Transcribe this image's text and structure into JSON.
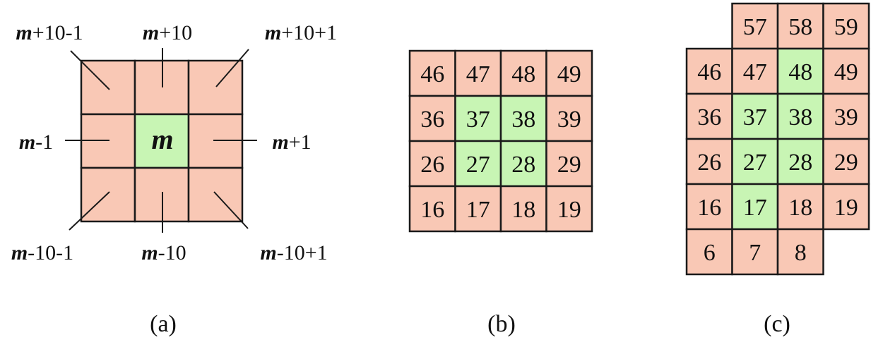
{
  "colors": {
    "pink": "#f9c8b5",
    "green": "#c8f5b4",
    "stroke": "#1a1a1a"
  },
  "panel_a": {
    "center": "m",
    "labels": {
      "tl": {
        "v": "m",
        "r": "+10-1"
      },
      "t": {
        "v": "m",
        "r": "+10"
      },
      "tr": {
        "v": "m",
        "r": "+10+1"
      },
      "l": {
        "v": "m",
        "r": "-1"
      },
      "r": {
        "v": "m",
        "r": "+1"
      },
      "bl": {
        "v": "m",
        "r": "-10-1"
      },
      "b": {
        "v": "m",
        "r": "-10"
      },
      "br": {
        "v": "m",
        "r": "-10+1"
      }
    },
    "caption": "(a)"
  },
  "panel_b": {
    "rows": [
      [
        {
          "t": "46",
          "c": "pink"
        },
        {
          "t": "47",
          "c": "pink"
        },
        {
          "t": "48",
          "c": "pink"
        },
        {
          "t": "49",
          "c": "pink"
        }
      ],
      [
        {
          "t": "36",
          "c": "pink"
        },
        {
          "t": "37",
          "c": "green"
        },
        {
          "t": "38",
          "c": "green"
        },
        {
          "t": "39",
          "c": "pink"
        }
      ],
      [
        {
          "t": "26",
          "c": "pink"
        },
        {
          "t": "27",
          "c": "green"
        },
        {
          "t": "28",
          "c": "green"
        },
        {
          "t": "29",
          "c": "pink"
        }
      ],
      [
        {
          "t": "16",
          "c": "pink"
        },
        {
          "t": "17",
          "c": "pink"
        },
        {
          "t": "18",
          "c": "pink"
        },
        {
          "t": "19",
          "c": "pink"
        }
      ]
    ],
    "caption": "(b)"
  },
  "panel_c": {
    "rows": [
      [
        null,
        {
          "t": "57",
          "c": "pink"
        },
        {
          "t": "58",
          "c": "pink"
        },
        {
          "t": "59",
          "c": "pink"
        }
      ],
      [
        {
          "t": "46",
          "c": "pink"
        },
        {
          "t": "47",
          "c": "pink"
        },
        {
          "t": "48",
          "c": "green"
        },
        {
          "t": "49",
          "c": "pink"
        }
      ],
      [
        {
          "t": "36",
          "c": "pink"
        },
        {
          "t": "37",
          "c": "green"
        },
        {
          "t": "38",
          "c": "green"
        },
        {
          "t": "39",
          "c": "pink"
        }
      ],
      [
        {
          "t": "26",
          "c": "pink"
        },
        {
          "t": "27",
          "c": "green"
        },
        {
          "t": "28",
          "c": "green"
        },
        {
          "t": "29",
          "c": "pink"
        }
      ],
      [
        {
          "t": "16",
          "c": "pink"
        },
        {
          "t": "17",
          "c": "green"
        },
        {
          "t": "18",
          "c": "pink"
        },
        {
          "t": "19",
          "c": "pink"
        }
      ],
      [
        {
          "t": "6",
          "c": "pink"
        },
        {
          "t": "7",
          "c": "pink"
        },
        {
          "t": "8",
          "c": "pink"
        },
        null
      ]
    ],
    "caption": "(c)"
  }
}
